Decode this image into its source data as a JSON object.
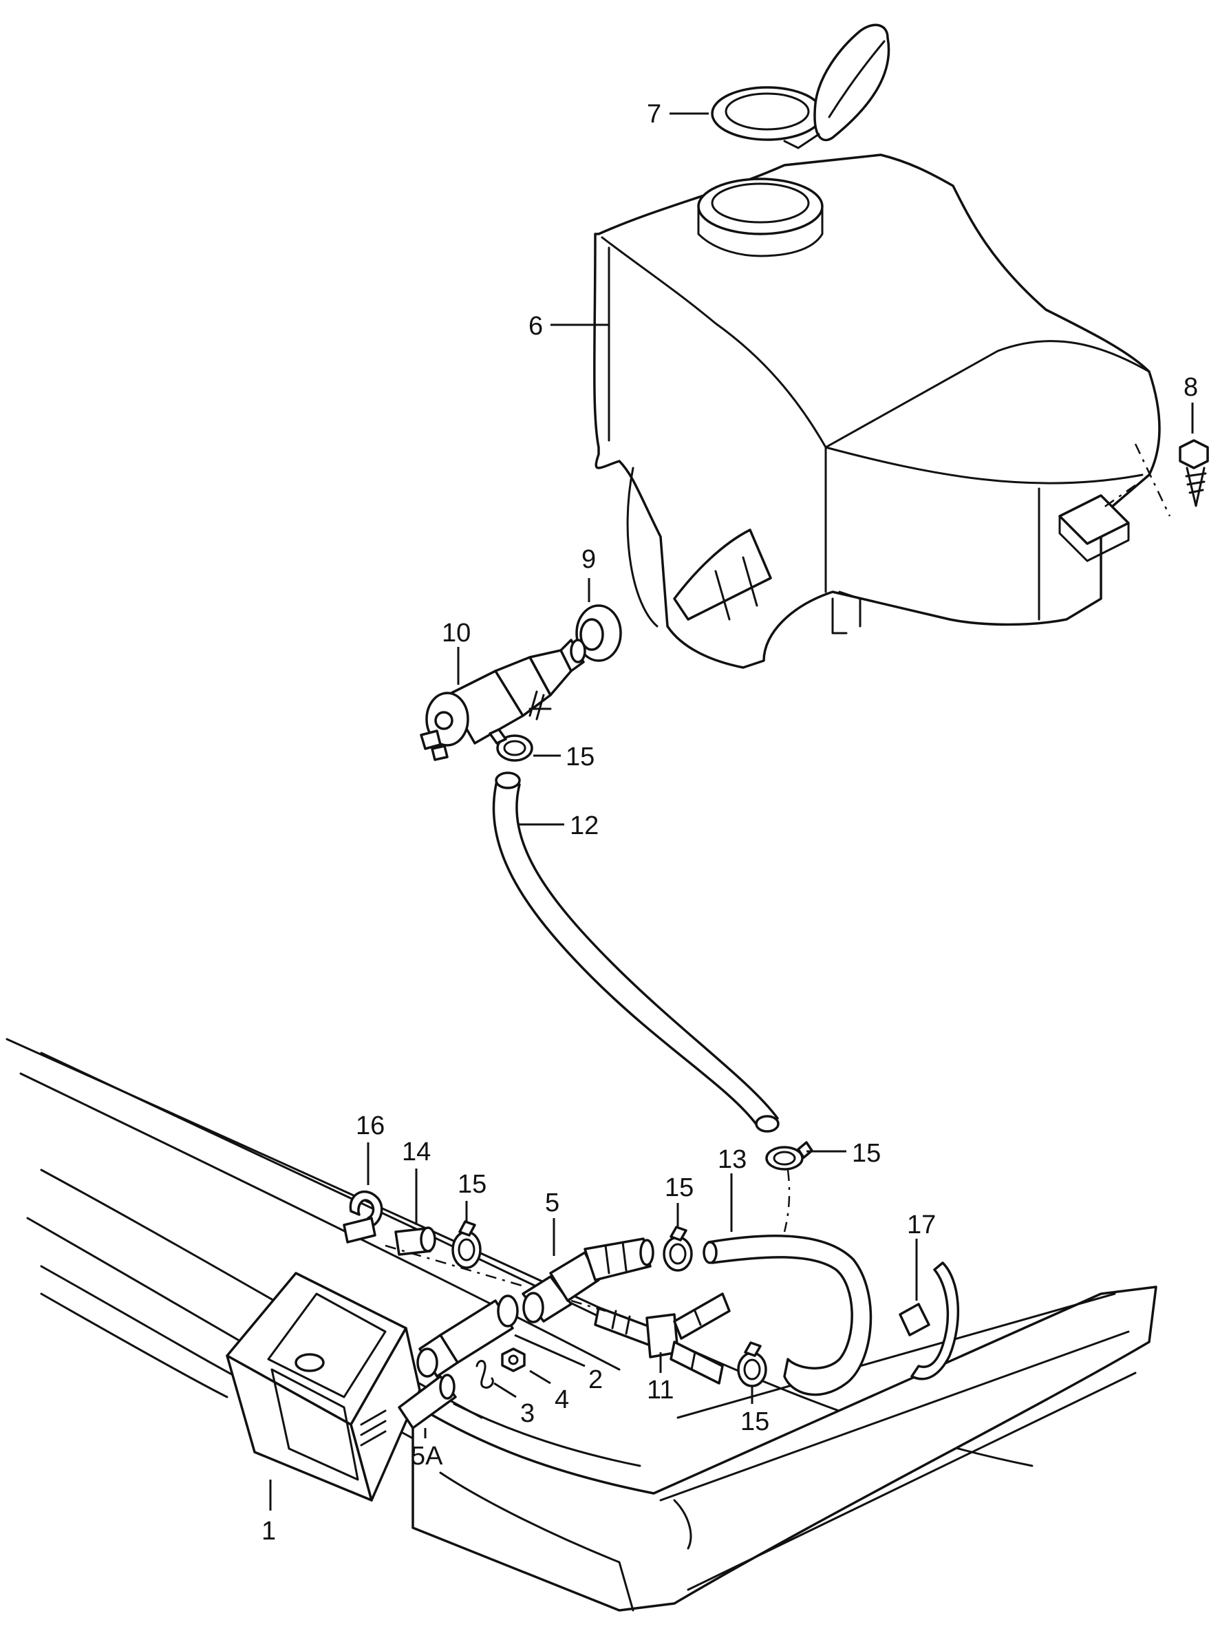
{
  "callouts": {
    "c1": "1",
    "c2": "2",
    "c3": "3",
    "c4": "4",
    "c5": "5",
    "c5a": "5A",
    "c6": "6",
    "c7": "7",
    "c8": "8",
    "c9": "9",
    "c10": "10",
    "c11": "11",
    "c12": "12",
    "c13": "13",
    "c14": "14",
    "c15a": "15",
    "c15b": "15",
    "c15c": "15",
    "c15d": "15",
    "c15e": "15",
    "c16": "16",
    "c17": "17"
  }
}
